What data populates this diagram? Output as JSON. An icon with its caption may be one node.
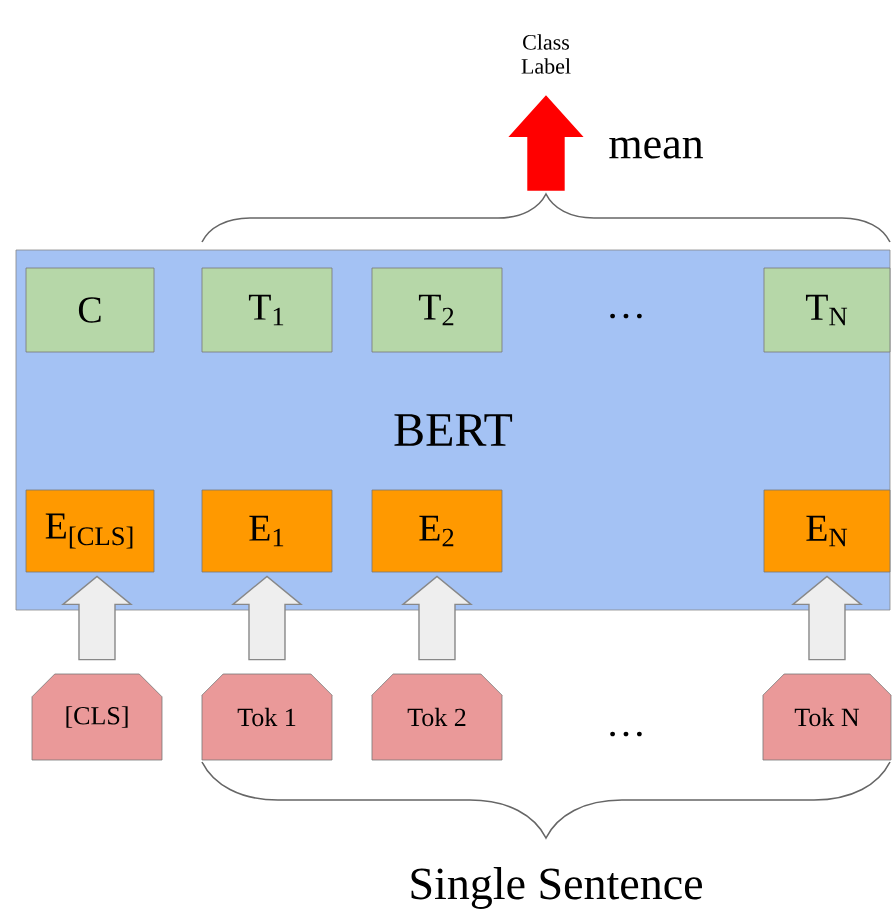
{
  "diagram": {
    "nodes": [
      {
        "text": [
          "BERT"
        ]
      },
      {
        "text": [
          "C"
        ],
        "in": 0
      },
      {
        "text": [
          "T$_{1}$"
        ],
        "in": 0
      },
      {
        "text": [
          "T$_{2}$"
        ],
        "in": 0
      },
      {
        "text": [
          "T$_{N}$"
        ],
        "in": 0
      },
      {
        "text": [
          "E$_{[CLS]}$"
        ],
        "in": 0
      },
      {
        "text": [
          "E$_{1}$"
        ],
        "in": 0
      },
      {
        "text": [
          "E$_{2}$"
        ],
        "in": 0
      },
      {
        "text": [
          "E$_{N}$"
        ],
        "in": 0
      },
      {
        "text": [
          "[CLS]"
        ]
      },
      {
        "text": [
          "Tok 1"
        ]
      },
      {
        "text": [
          "Tok 2"
        ]
      },
      {
        "text": [
          "Tok N"
        ]
      },
      {
        "text": [
          "Class Label"
        ]
      }
    ],
    "edges": [
      {
        "from": 9,
        "to": 5,
        "arrow": "to"
      },
      {
        "from": 10,
        "to": 6,
        "arrow": "to"
      },
      {
        "from": 11,
        "to": 7,
        "arrow": "to"
      },
      {
        "from": 12,
        "to": 8,
        "arrow": "to"
      },
      {
        "from": null,
        "to": 13,
        "arrow": "to",
        "label": "mean",
        "color": "#ff0000"
      }
    ],
    "labels": [
      "…",
      "…",
      "Single Sentence"
    ]
  }
}
